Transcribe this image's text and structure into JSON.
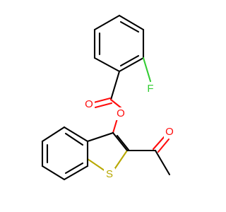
{
  "atoms": {
    "fluorine": "F",
    "ester_carbonyl_oxygen": "O",
    "ester_bridge_oxygen": "O",
    "ketone_oxygen": "O",
    "ring_sulfur": "S"
  },
  "colors": {
    "background": "#ffffff",
    "bond": "#000000",
    "oxygen": "#ff0d0d",
    "sulfur": "#b8a800",
    "fluorine": "#33cc33"
  }
}
